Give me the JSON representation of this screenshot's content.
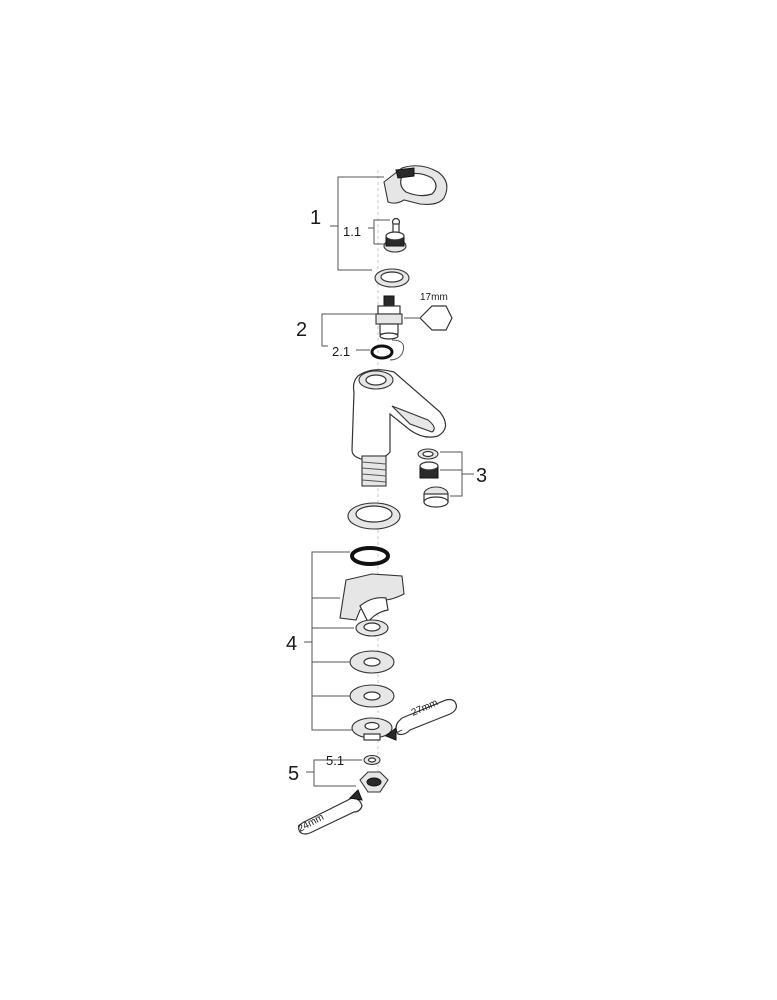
{
  "diagram": {
    "labels": {
      "p1": "1",
      "p1_1": "1.1",
      "p2": "2",
      "p2_1": "2.1",
      "p3": "3",
      "p4": "4",
      "p5": "5",
      "p5_1": "5.1"
    },
    "tools": {
      "hex_17": "17mm",
      "wrench_27": "27mm",
      "wrench_24": "24mm"
    }
  },
  "colors": {
    "line": "#555555",
    "part_outline": "#333333",
    "shading": "#e6e6e6",
    "dark": "#2a2a2a"
  }
}
